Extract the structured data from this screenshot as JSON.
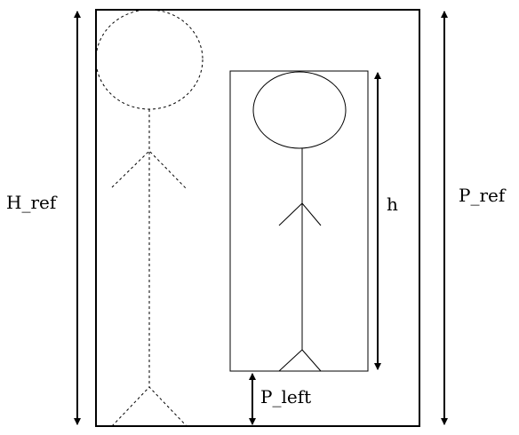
{
  "labels": {
    "h_ref": "H_ref",
    "p_ref": "P_ref",
    "h": "h",
    "p_left": "P_left"
  },
  "colors": {
    "stroke": "#000000",
    "background": "#ffffff"
  }
}
